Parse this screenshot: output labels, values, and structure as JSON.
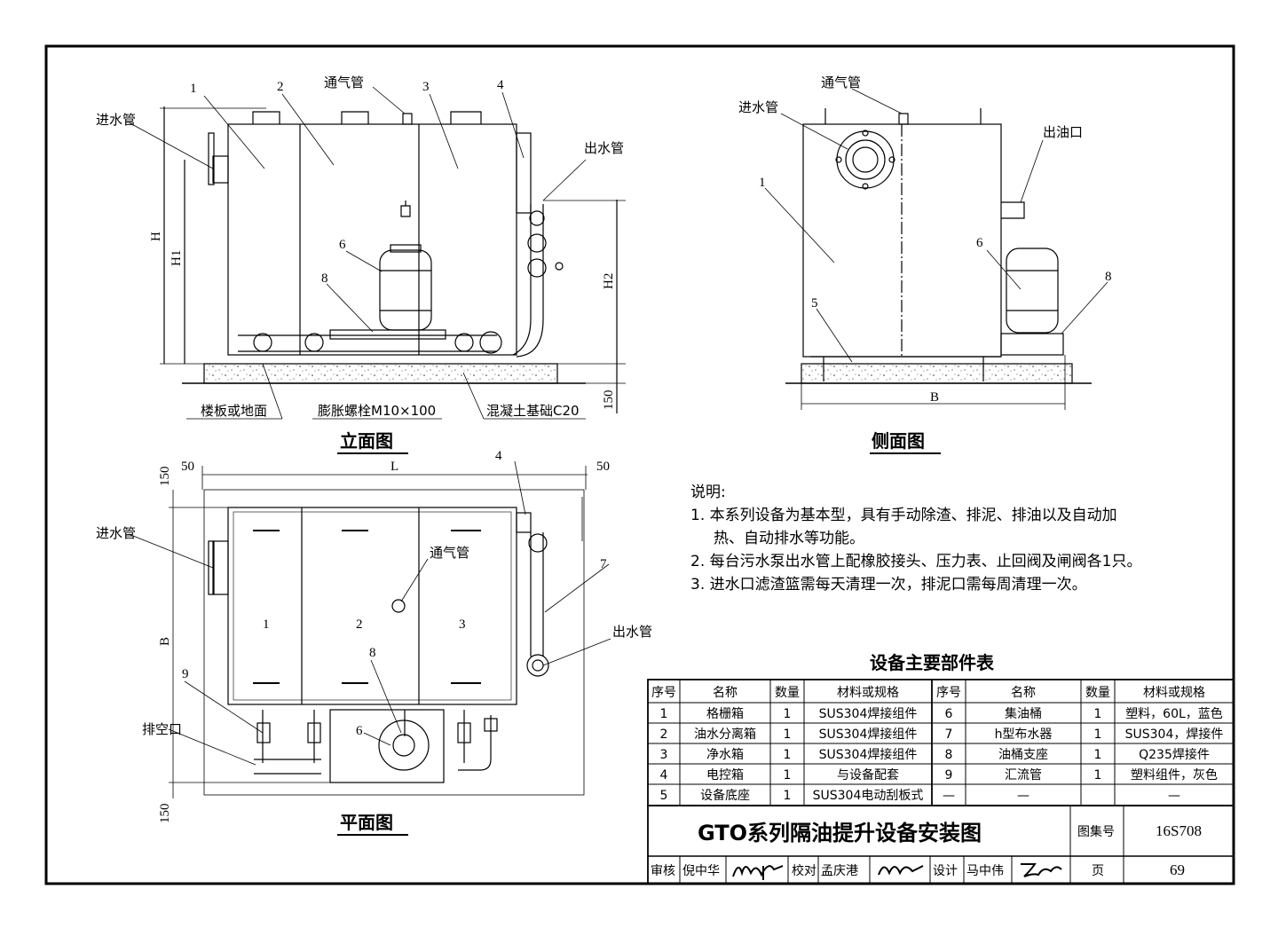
{
  "elevation": {
    "title": "立面图",
    "labels": {
      "inlet": "进水管",
      "vent": "通气管",
      "outlet": "出水管",
      "floor": "楼板或地面",
      "bolt": "膨胀螺栓M10×100",
      "foundation": "混凝土基础C20",
      "H": "H",
      "H1": "H1",
      "H2": "H2",
      "dim150": "150",
      "n1": "1",
      "n2": "2",
      "n3": "3",
      "n4": "4",
      "n6": "6",
      "n8": "8"
    }
  },
  "side": {
    "title": "侧面图",
    "labels": {
      "vent": "通气管",
      "inlet": "进水管",
      "oil_outlet": "出油口",
      "B": "B",
      "n1": "1",
      "n5": "5",
      "n6": "6",
      "n8": "8"
    }
  },
  "plan": {
    "title": "平面图",
    "labels": {
      "inlet": "进水管",
      "vent": "通气管",
      "outlet": "出水管",
      "drain": "排空口",
      "L": "L",
      "B": "B",
      "d50a": "50",
      "d50b": "50",
      "d150a": "150",
      "d150b": "150",
      "n1": "1",
      "n2": "2",
      "n3": "3",
      "n4": "4",
      "n6": "6",
      "n7": "7",
      "n8": "8",
      "n9": "9"
    }
  },
  "notes": {
    "heading": "说明:",
    "items": [
      "1. 本系列设备为基本型，具有手动除渣、排泥、排油以及自动加",
      "热、自动排水等功能。",
      "2. 每台污水泵出水管上配橡胶接头、压力表、止回阀及闸阀各1只。",
      "3. 进水口滤渣篮需每天清理一次，排泥口需每周清理一次。"
    ]
  },
  "parts_table": {
    "title": "设备主要部件表",
    "headers": [
      "序号",
      "名称",
      "数量",
      "材料或规格",
      "序号",
      "名称",
      "数量",
      "材料或规格"
    ],
    "rows": [
      [
        "1",
        "格栅箱",
        "1",
        "SUS304焊接组件",
        "6",
        "集油桶",
        "1",
        "塑料，60L，蓝色"
      ],
      [
        "2",
        "油水分离箱",
        "1",
        "SUS304焊接组件",
        "7",
        "h型布水器",
        "1",
        "SUS304，焊接件"
      ],
      [
        "3",
        "净水箱",
        "1",
        "SUS304焊接组件",
        "8",
        "油桶支座",
        "1",
        "Q235焊接件"
      ],
      [
        "4",
        "电控箱",
        "1",
        "与设备配套",
        "9",
        "汇流管",
        "1",
        "塑料组件，灰色"
      ],
      [
        "5",
        "设备底座",
        "1",
        "SUS304电动刮板式",
        "—",
        "—",
        "",
        "—"
      ]
    ]
  },
  "title_block": {
    "title": "GTO系列隔油提升设备安装图",
    "atlas_label": "图集号",
    "atlas_no": "16S708",
    "review_label": "审核",
    "reviewer": "倪中华",
    "check_label": "校对",
    "checker": "孟庆港",
    "design_label": "设计",
    "designer": "马中伟",
    "page_label": "页",
    "page_no": "69"
  }
}
